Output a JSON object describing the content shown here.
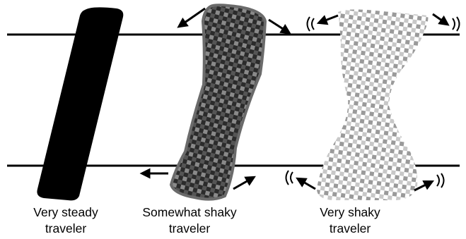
{
  "diagram": {
    "travelers": [
      {
        "id": "steady",
        "caption_line1": "Very steady",
        "caption_line2": "traveler"
      },
      {
        "id": "somewhat",
        "caption_line1": "Somewhat shaky",
        "caption_line2": "traveler"
      },
      {
        "id": "shaky",
        "caption_line1": "Very shaky",
        "caption_line2": "traveler"
      }
    ],
    "icons": {
      "steady_body": "solid-black-slanted-bar",
      "somewhat_body": "checkered-dark-slanted-bar",
      "shaky_body": "checkered-light-hourglass",
      "motion_arrow": "arrow-icon",
      "vibration_arrow": "vibration-arrow-icon"
    },
    "colors": {
      "line": "#000000",
      "steady_fill": "#000000",
      "somewhat_dark": "#2b2b2b",
      "somewhat_light": "#8a8a8a",
      "shaky_dark": "#9a9a9a",
      "shaky_light": "#ffffff"
    }
  }
}
